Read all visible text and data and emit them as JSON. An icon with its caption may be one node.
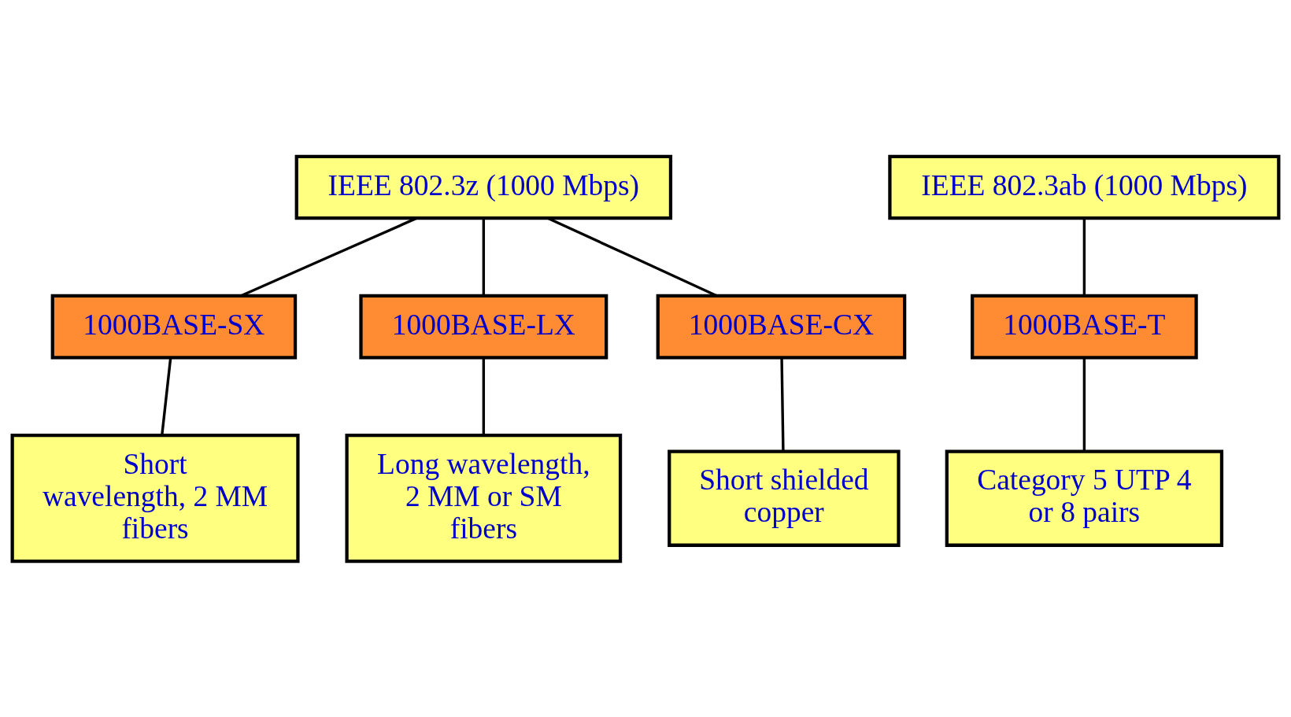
{
  "diagram": {
    "nodes": [
      {
        "text": [
          "IEEE 802.3z (1000 Mbps)"
        ]
      },
      {
        "text": [
          "IEEE 802.3ab (1000 Mbps)"
        ]
      },
      {
        "text": [
          "1000BASE-SX"
        ]
      },
      {
        "text": [
          "1000BASE-LX"
        ]
      },
      {
        "text": [
          "1000BASE-CX"
        ]
      },
      {
        "text": [
          "1000BASE-T"
        ]
      },
      {
        "text": [
          "Short wavelength, 2 MM fibers"
        ]
      },
      {
        "text": [
          "Long wavelength, 2 MM or SM fibers"
        ]
      },
      {
        "text": [
          "Short shielded copper"
        ]
      },
      {
        "text": [
          "Category 5 UTP 4 or 8 pairs"
        ]
      }
    ],
    "edges": [
      {
        "from": 0,
        "to": 2,
        "arrow": "none"
      },
      {
        "from": 0,
        "to": 3,
        "arrow": "none"
      },
      {
        "from": 0,
        "to": 4,
        "arrow": "none"
      },
      {
        "from": 1,
        "to": 5,
        "arrow": "none"
      },
      {
        "from": 2,
        "to": 6,
        "arrow": "none"
      },
      {
        "from": 3,
        "to": 7,
        "arrow": "none"
      },
      {
        "from": 4,
        "to": 8,
        "arrow": "none"
      },
      {
        "from": 5,
        "to": 9,
        "arrow": "none"
      }
    ]
  }
}
